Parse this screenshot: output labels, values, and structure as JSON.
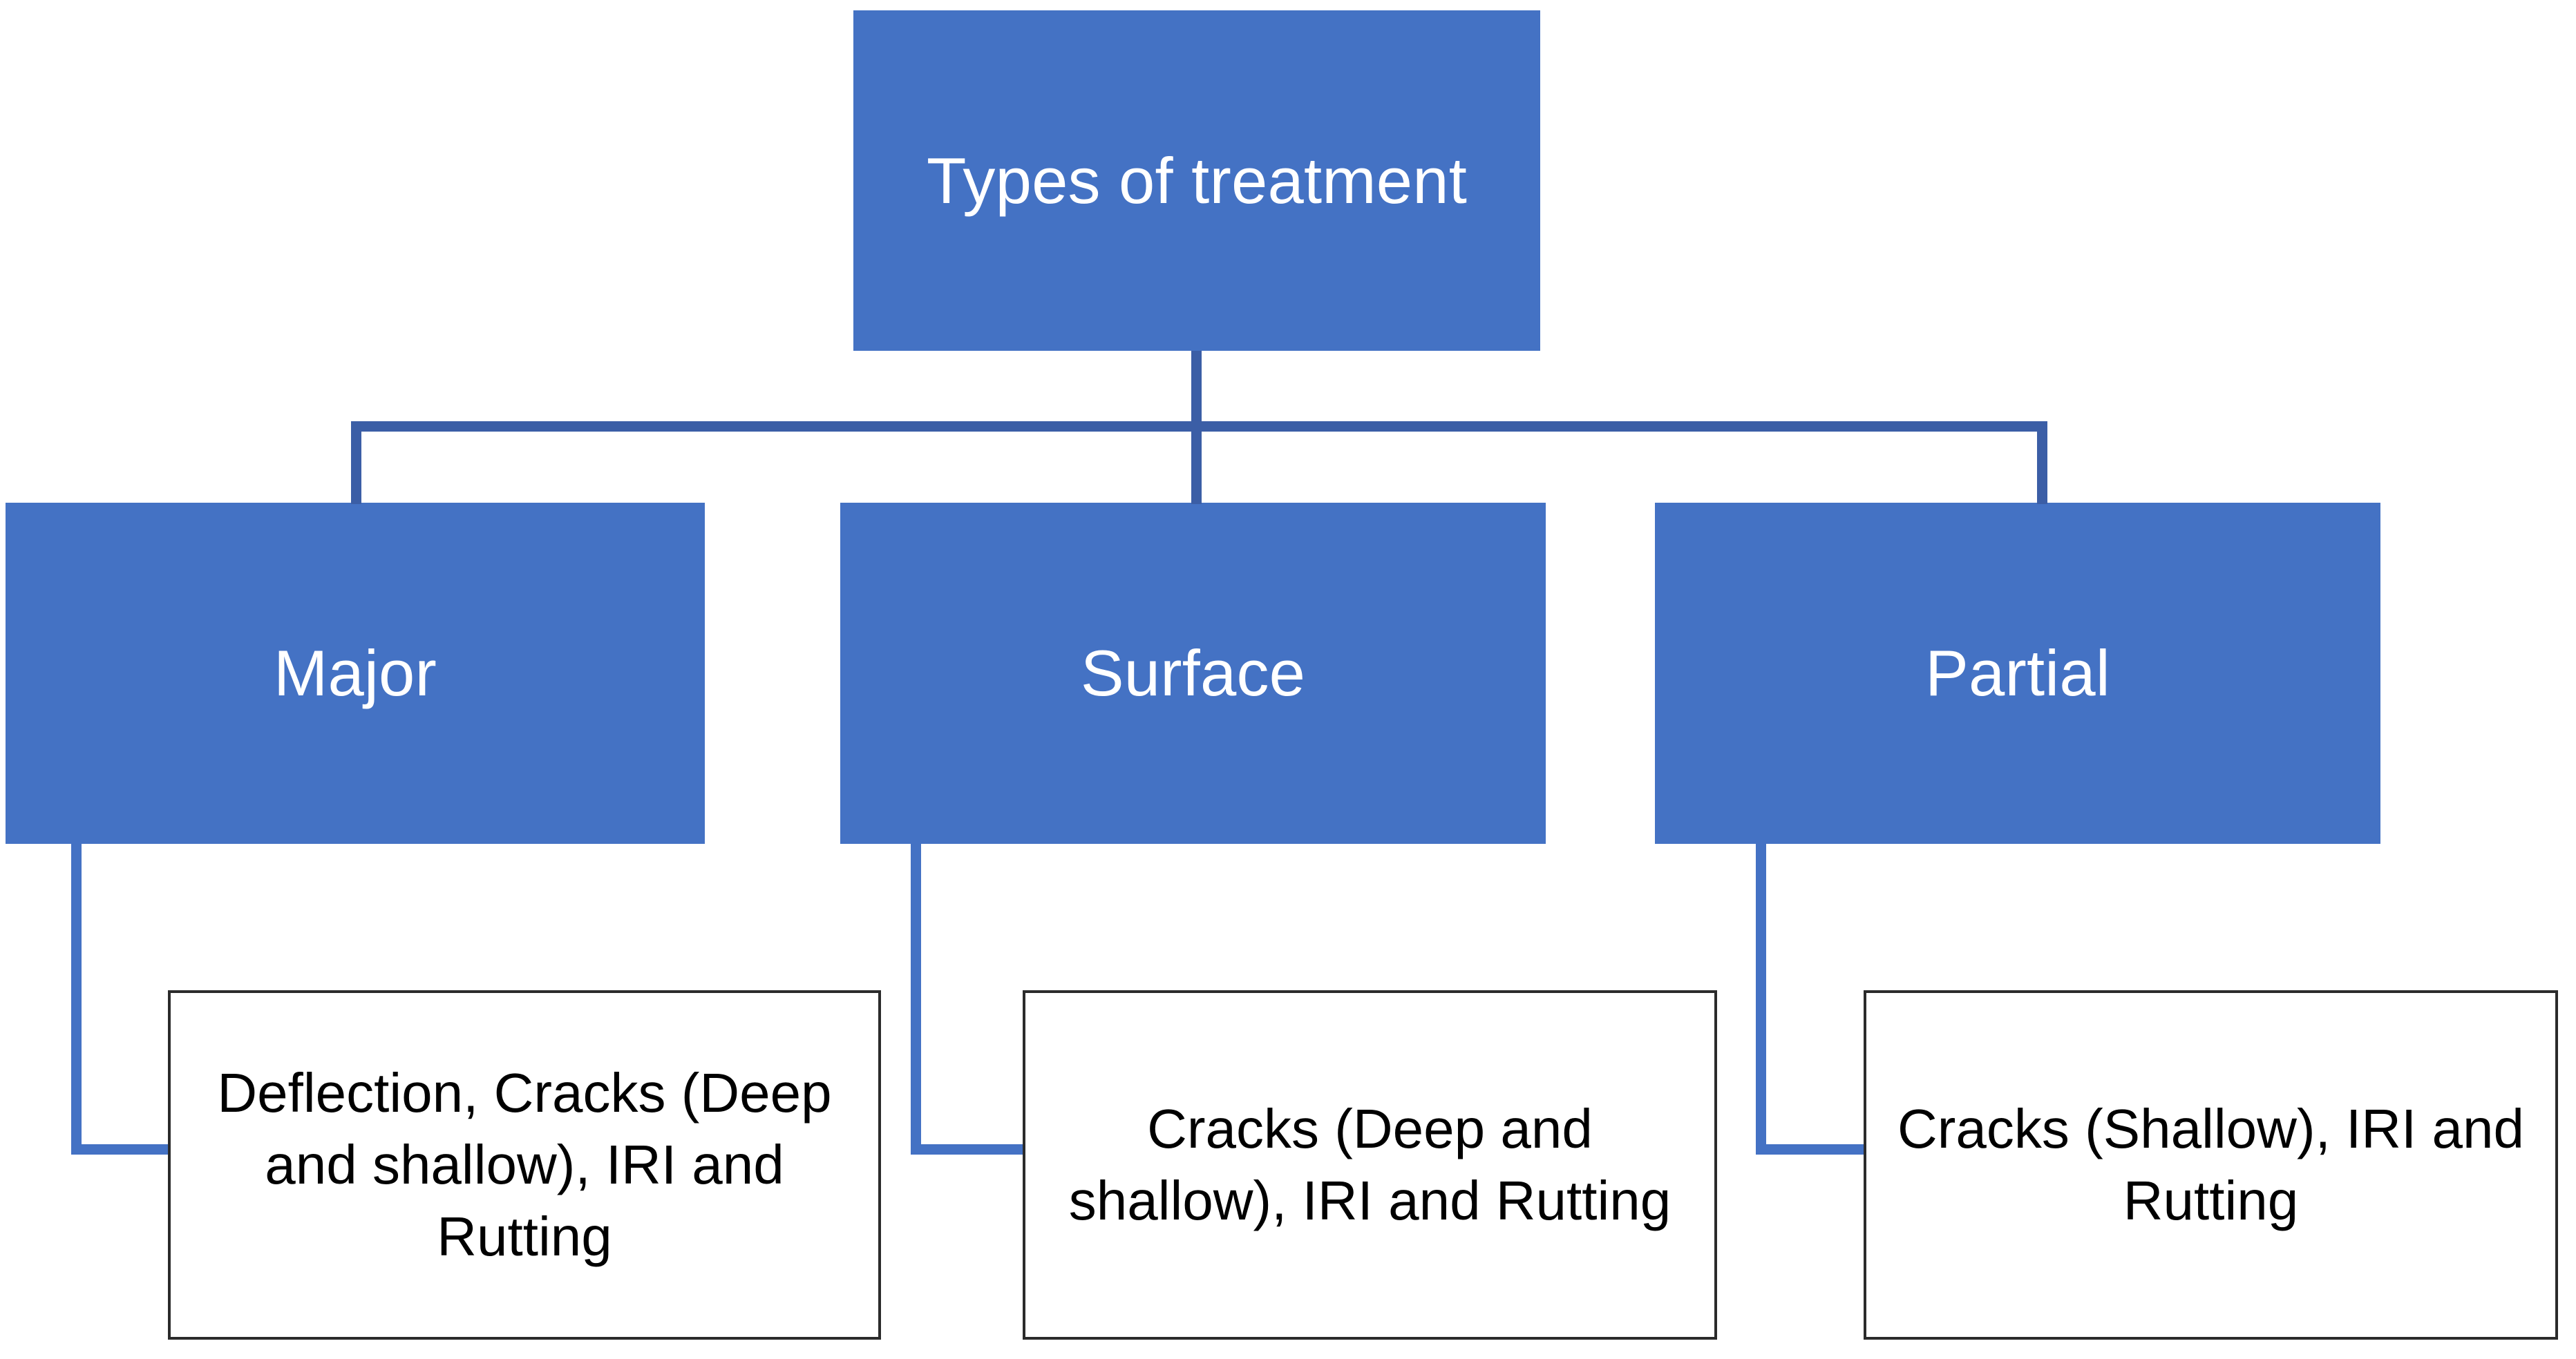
{
  "diagram": {
    "title_node": {
      "label": "Types of treatment"
    },
    "categories": [
      {
        "label": "Major"
      },
      {
        "label": "Surface"
      },
      {
        "label": "Partial"
      }
    ],
    "details": [
      {
        "text": "Deflection, Cracks (Deep and shallow), IRI and Rutting"
      },
      {
        "text": "Cracks (Deep and shallow), IRI and Rutting"
      },
      {
        "text": "Cracks (Shallow), IRI and Rutting"
      }
    ],
    "colors": {
      "node_fill": "#4472C4",
      "node_text": "#FFFFFF",
      "connector": "#4472C4",
      "connector_dark": "#3B5EA6",
      "detail_border": "#2B2B2B",
      "detail_text": "#000000",
      "background": "#FFFFFF"
    }
  }
}
